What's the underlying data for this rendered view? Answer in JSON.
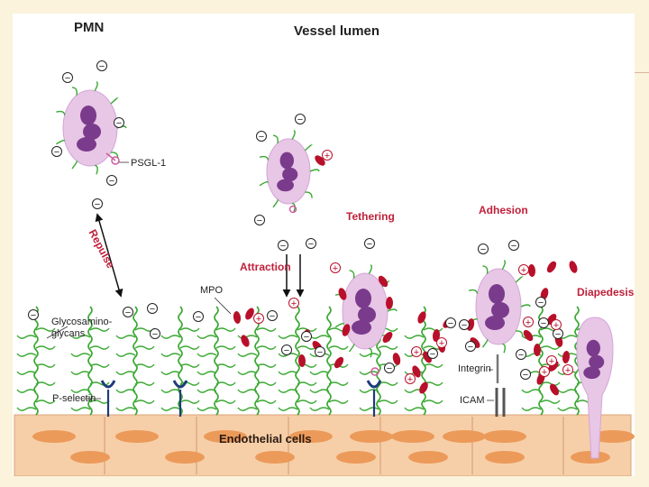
{
  "labels": {
    "pmn": "PMN",
    "vessel_lumen": "Vessel lumen",
    "psgl1": "PSGL-1",
    "repulse": "Repulse",
    "attraction": "Attraction",
    "tethering": "Tethering",
    "adhesion": "Adhesion",
    "diapedesis": "Diapedesis",
    "mpo": "MPO",
    "glycosaminoglycans": "Glycosamino-\nglycans",
    "p_selectin": "P-selectin",
    "integrin": "Integrin",
    "icam": "ICAM",
    "endothelial_cells": "Endothelial cells"
  },
  "colors": {
    "slide_background": "#fbf3dc",
    "cell_cytoplasm": "#e8c6e6",
    "cell_nucleus": "#7a3b8c",
    "glycan": "#3aa832",
    "mpo": "#b8102a",
    "endothelium": "#f6cfa8",
    "endothelium_nucleus": "#ec9a5a",
    "selectin": "#1f3b7a",
    "label_red": "#c0203a"
  },
  "symbols": {
    "negative": "−",
    "positive": "+"
  }
}
